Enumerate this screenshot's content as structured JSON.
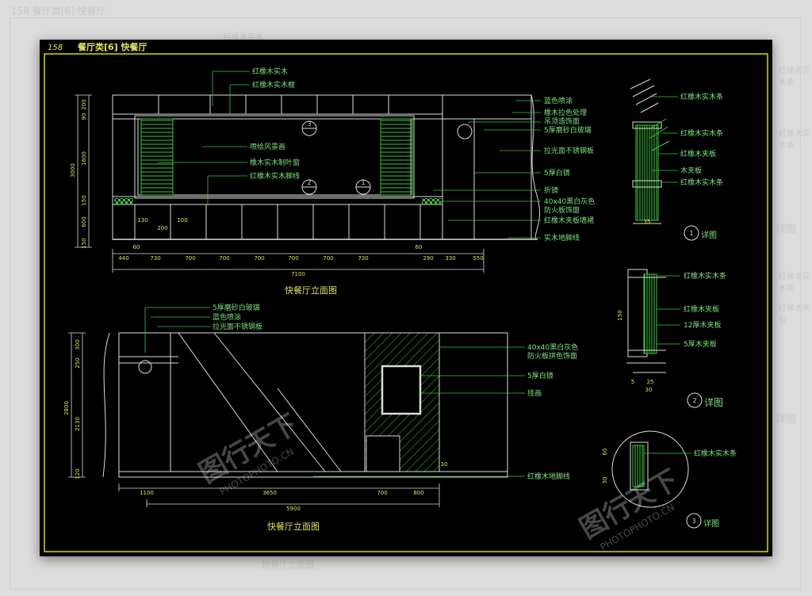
{
  "sheet": {
    "header_no": "158",
    "header_title": "餐厅类[6] 快餐厅",
    "ghost_header": "158  餐厅类[6] 快餐厅"
  },
  "elev1": {
    "title": "快餐厅立面图",
    "labels_left": [
      "红橡木实木",
      "红橡木实木框",
      "喷绘风景画",
      "橡木实木制叶窗",
      "红橡木实木脚线"
    ],
    "labels_right": [
      "蓝色喷涂",
      "橡木拉色处理",
      "吊顶造饰面",
      "5厚磨砂白玻璃",
      "拉光面不锈钢板",
      "5厚白镜",
      "折镜",
      "40x40黑白灰色",
      "防火板饰面",
      "红橡木夹板墙裙",
      "实木地脚线"
    ],
    "dims_bottom": [
      "440",
      "730",
      "700",
      "700",
      "700",
      "700",
      "700",
      "730",
      "290",
      "330",
      "550"
    ],
    "dim_total": "7100",
    "dims_left": [
      "200",
      "90",
      "1600",
      "150",
      "600",
      "150"
    ],
    "dim_left_total": "3000",
    "small_dims": [
      "130",
      "200",
      "100",
      "60"
    ],
    "callouts": [
      "3",
      "2",
      "1"
    ]
  },
  "elev2": {
    "title": "快餐厅立面图",
    "labels_top": [
      "5厚磨砂白玻璃",
      "蓝色喷涂",
      "拉光面不锈钢板"
    ],
    "labels_right": [
      "40x40黑白灰色",
      "防火板拼色饰面",
      "5厚白镜",
      "挂画",
      "红橡木地脚线"
    ],
    "dims_bottom": [
      "1100",
      "3650",
      "700",
      "800"
    ],
    "dim_total": "5900",
    "dims_left": [
      "300",
      "250",
      "2130",
      "120"
    ],
    "dim_left_total": "2800",
    "dim_right": "30"
  },
  "detail1": {
    "labels": [
      "红橡木实木条",
      "红橡木实木条",
      "红橡木夹板",
      "木夹板",
      "红橡木实木条"
    ],
    "dim": "35",
    "callout_no": "1",
    "callout_text": "详图"
  },
  "detail2": {
    "labels": [
      "红橡木实木条",
      "红橡木夹板",
      "12厚木夹板",
      "5厚木夹板"
    ],
    "dims": [
      "5",
      "25",
      "30"
    ],
    "dim_side": "150",
    "callout_no": "2",
    "callout_text": "详图"
  },
  "detail3": {
    "labels": [
      "红橡木实木条"
    ],
    "dims": [
      "60",
      "30"
    ],
    "callout_no": "3",
    "callout_text": "详图"
  },
  "ghost_labels": [
    "红橡木实木",
    "红橡木实木条",
    "红橡木实木条",
    "详图",
    "红橡木实木条",
    "红橡木夹板",
    "详图",
    "快餐厅立面图"
  ],
  "watermark": {
    "brand": "图行天下",
    "url": "PHOTOPHOTO.CN"
  },
  "colors": {
    "sheet_bg": "#000000",
    "frame": "#d8d800",
    "line_white": "#dcdcdc",
    "line_green": "#3cc83c",
    "text_green": "#7fe07f",
    "text_yellow": "#e0e060",
    "watermark": "#ffffff"
  }
}
